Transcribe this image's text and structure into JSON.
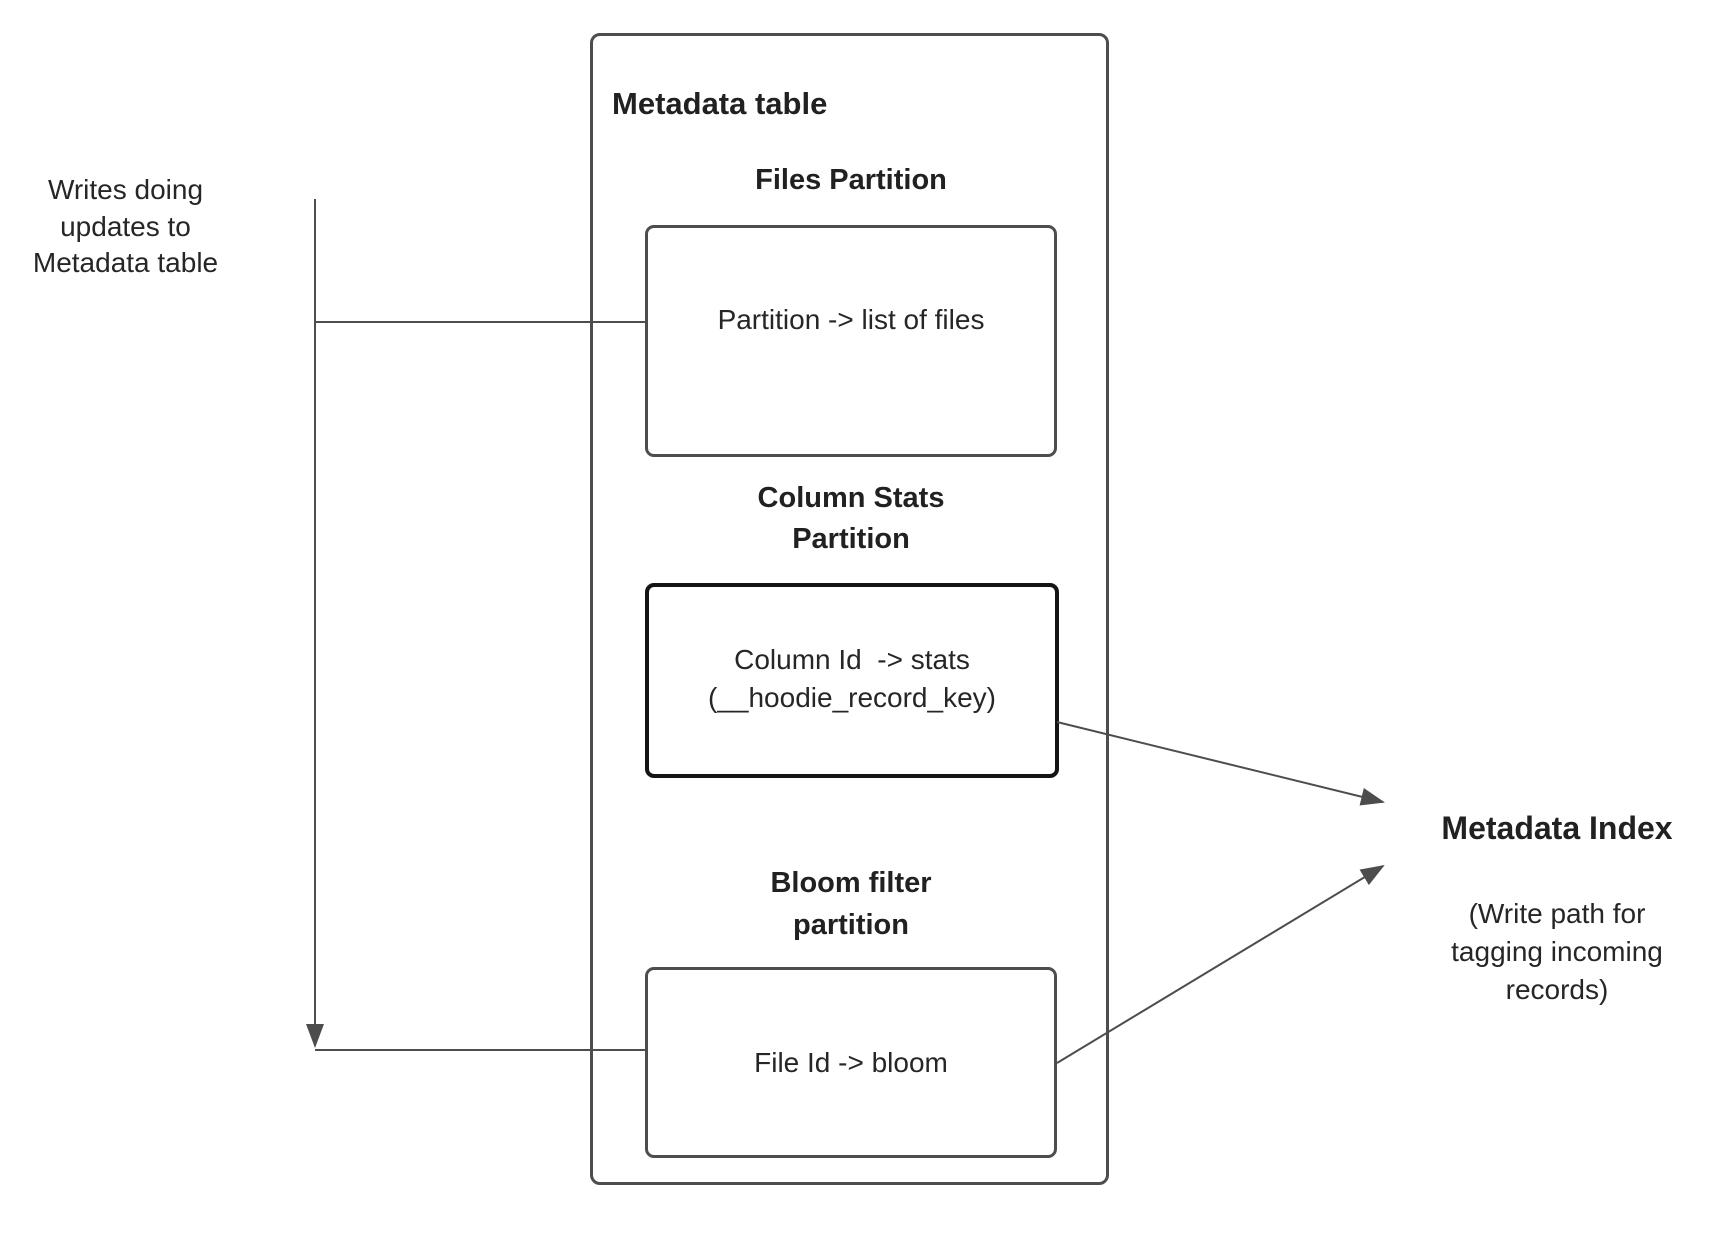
{
  "colors": {
    "stroke": "#4d4d4d",
    "column_stats_border": "#141414",
    "text": "#262626"
  },
  "left_note": {
    "lines": [
      "Writes doing",
      "updates to",
      "Metadata table"
    ]
  },
  "metadata_table": {
    "title": "Metadata table",
    "files_partition": {
      "heading": "Files Partition",
      "content": "Partition -> list of files"
    },
    "column_stats_partition": {
      "heading": "Column Stats Partition",
      "content_line1": "Column Id  -> stats",
      "content_line2": "(__hoodie_record_key)"
    },
    "bloom_filter_partition": {
      "heading": "Bloom filter partition",
      "content": "File Id -> bloom"
    }
  },
  "metadata_index": {
    "title": "Metadata Index",
    "subtitle_lines": [
      "(Write path for",
      "tagging incoming",
      "records)"
    ]
  }
}
